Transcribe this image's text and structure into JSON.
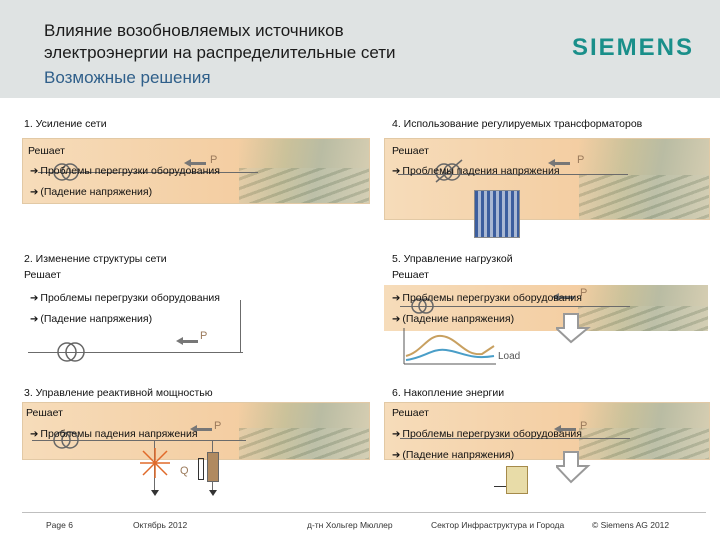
{
  "header": {
    "title_line1": "Влияние возобновляемых источников",
    "title_line2": "электроэнергии на распределительные сети",
    "subtitle": "Возможные решения",
    "logo": "SIEMENS"
  },
  "sections": {
    "s1": {
      "heading": "1. Усиление сети",
      "solves": "Решает",
      "item1": "Проблемы перегрузки оборудования",
      "item2": "(Падение напряжения)",
      "p": "P"
    },
    "s2": {
      "heading": "2. Изменение структуры сети",
      "solves": "Решает",
      "item1": "Проблемы перегрузки оборудования",
      "item2": "(Падение напряжения)",
      "p": "P"
    },
    "s3": {
      "heading": "3. Управление реактивной мощностью",
      "solves": "Решает",
      "item1": "Проблемы падения напряжения",
      "p": "P",
      "q": "Q"
    },
    "s4": {
      "heading": "4. Использование регулируемых трансформаторов",
      "solves": "Решает",
      "item1": "Проблемы падения напряжения",
      "p": "P"
    },
    "s5": {
      "heading": "5. Управление нагрузкой",
      "solves": "Решает",
      "item1": "Проблемы перегрузки оборудования",
      "item2": "(Падение напряжения)",
      "p": "P",
      "load": "Load"
    },
    "s6": {
      "heading": "6. Накопление энергии",
      "solves": "Решает",
      "item1": "Проблемы перегрузки оборудования",
      "item2": "(Падение напряжения)",
      "p": "P"
    }
  },
  "footer": {
    "page": "Page 6",
    "date": "Октябрь 2012",
    "author": "д-тн Хольгер Мюллер",
    "dept": "Сектор Инфраструктура и Города",
    "copyright": "© Siemens AG 2012"
  },
  "colors": {
    "panel": "#f4cfa4",
    "logo": "#1a8f8a",
    "subtitle": "#2f5f8a",
    "header_bg": "#dfe3e3"
  },
  "icons": [
    "transformer-icon",
    "power-flow-arrow-icon",
    "down-arrow-icon",
    "battery-icon",
    "capacitor-icon"
  ]
}
